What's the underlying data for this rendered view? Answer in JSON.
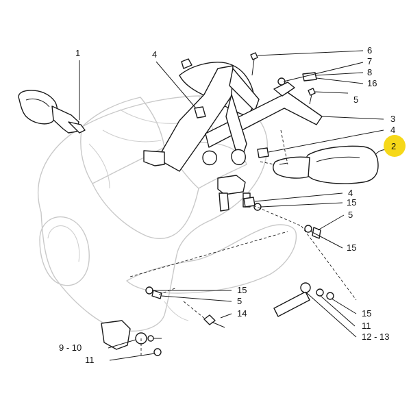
{
  "labels": {
    "l1": "1",
    "l2": "2",
    "l3": "3",
    "l4a": "4",
    "l4b": "4",
    "l4c": "4",
    "l5a": "5",
    "l5b": "5",
    "l5c": "5",
    "l6": "6",
    "l7": "7",
    "l8": "8",
    "l9_10": "9 - 10",
    "l11a": "11",
    "l11b": "11",
    "l12_13": "12 - 13",
    "l14": "14",
    "l15a": "15",
    "l15b": "15",
    "l15c": "15",
    "l15d": "15",
    "l16": "16"
  },
  "highlight": {
    "part_number": "2",
    "color": "#f6d819"
  },
  "colors": {
    "ghost_fairing": "#c9c9c9",
    "parts": "#1a1a1a"
  }
}
